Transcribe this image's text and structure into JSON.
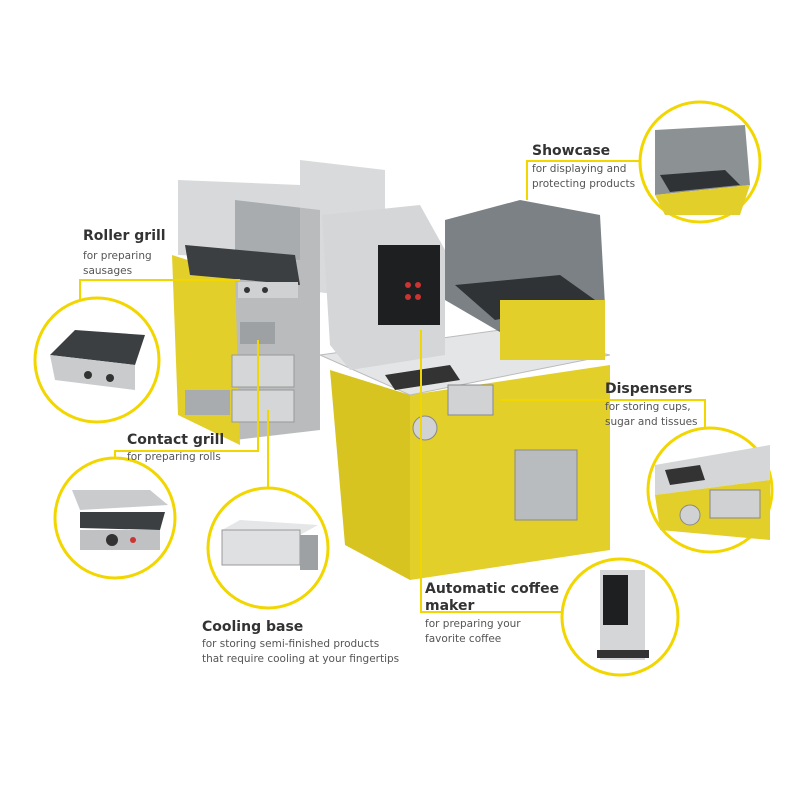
{
  "colors": {
    "accent": "#f2d600",
    "cabinet": "#e3cf2a",
    "steel": "#c9cbcd",
    "glass": "#5b6266"
  },
  "callouts": {
    "showcase": {
      "title": "Showcase",
      "desc": [
        "for displaying and",
        "protecting products"
      ]
    },
    "roller_grill": {
      "title": "Roller grill",
      "desc": [
        "for preparing",
        "sausages"
      ]
    },
    "contact_grill": {
      "title": "Contact grill",
      "desc": [
        "for preparing rolls"
      ]
    },
    "cooling_base": {
      "title": "Cooling base",
      "desc": [
        "for storing semi-finished products",
        "that require cooling at your fingertips"
      ]
    },
    "dispensers": {
      "title": "Dispensers",
      "desc": [
        "for storing cups,",
        "sugar and tissues"
      ]
    },
    "coffee_maker": {
      "title": [
        "Automatic coffee",
        "maker"
      ],
      "desc": [
        "for preparing your",
        "favorite coffee"
      ]
    }
  }
}
